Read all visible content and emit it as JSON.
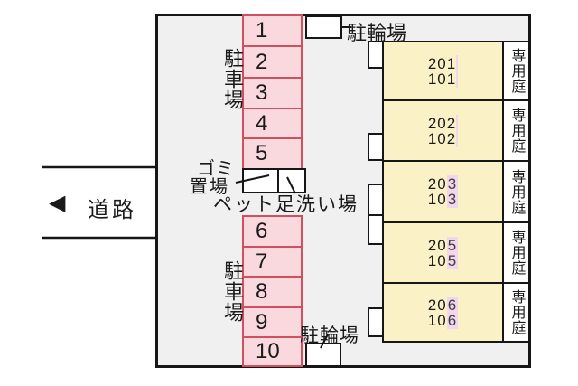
{
  "title": "site-plan",
  "road": {
    "label": "道路",
    "arrow": "◀"
  },
  "parking": {
    "label_top": "駐車場",
    "label_bottom": "駐車場",
    "spaces": [
      "1",
      "2",
      "3",
      "4",
      "5",
      "6",
      "7",
      "8",
      "9",
      "10"
    ]
  },
  "bicycle": {
    "top_label": "駐輪場",
    "bottom_label": "駐輪場"
  },
  "facilities": {
    "garbage_line1": "ゴミ",
    "garbage_line2": "置場",
    "pet_wash": "ペット足洗い場"
  },
  "building": {
    "garden_label": "専用庭",
    "units": [
      {
        "upper_prefix": "201",
        "upper_last": "",
        "lower_prefix": "101",
        "lower_last": ""
      },
      {
        "upper_prefix": "202",
        "upper_last": "",
        "lower_prefix": "102",
        "lower_last": ""
      },
      {
        "upper_prefix": "20",
        "upper_last": "3",
        "lower_prefix": "10",
        "lower_last": "3"
      },
      {
        "upper_prefix": "20",
        "upper_last": "5",
        "lower_prefix": "10",
        "lower_last": "5"
      },
      {
        "upper_prefix": "20",
        "upper_last": "6",
        "lower_prefix": "10",
        "lower_last": "6"
      }
    ]
  },
  "colors": {
    "parking_fill": "#f9d8de",
    "parking_border": "#d05060",
    "unit_fill": "#faf2c6",
    "highlight": "#f1d7e9",
    "plan_background": "#f0f0f1",
    "line": "#161616"
  }
}
